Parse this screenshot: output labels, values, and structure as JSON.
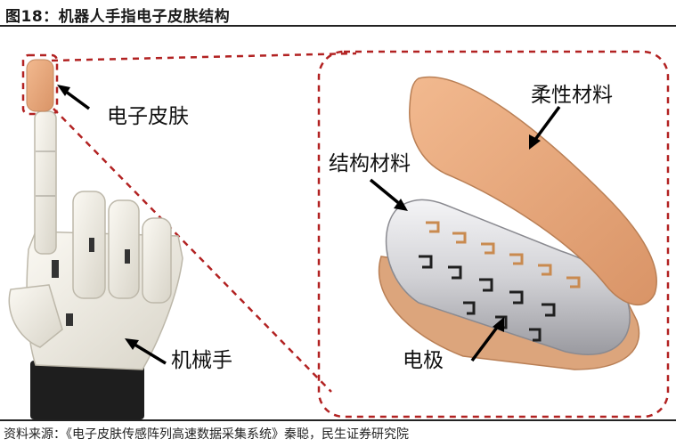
{
  "figure": {
    "title": "图18：机器人手指电子皮肤结构",
    "source": "资料来源：《电子皮肤传感阵列高速数据采集系统》秦聪，民生证券研究院"
  },
  "labels": {
    "electronic_skin": "电子皮肤",
    "robot_hand": "机械手",
    "flexible_material": "柔性材料",
    "structural_material": "结构材料",
    "electrode": "电极"
  },
  "colors": {
    "dashed_frame": "#b22222",
    "skin": "#e8a57a",
    "hand": "#eeeae0",
    "electrode_metal": "#c9c9cc",
    "electrode_trace": "#c98a4f"
  }
}
